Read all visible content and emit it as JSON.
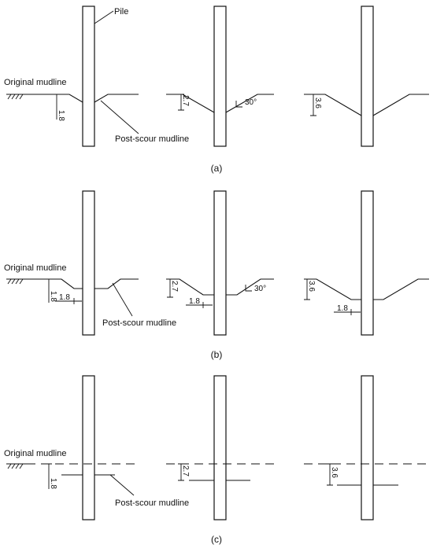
{
  "labels": {
    "pile": "Pile",
    "original_mudline": "Original mudline",
    "post_scour_mudline": "Post-scour mudline"
  },
  "panels": [
    {
      "caption": "(a)",
      "depths": [
        "1.8",
        "2.7",
        "3.6"
      ],
      "angle": "30°"
    },
    {
      "caption": "(b)",
      "depths": [
        "1.8",
        "2.7",
        "3.6"
      ],
      "widths": [
        "1.8",
        "1.8",
        "1.8"
      ],
      "angle": "30°"
    },
    {
      "caption": "(c)",
      "depths": [
        "1.8",
        "2.7",
        "3.6"
      ]
    }
  ]
}
